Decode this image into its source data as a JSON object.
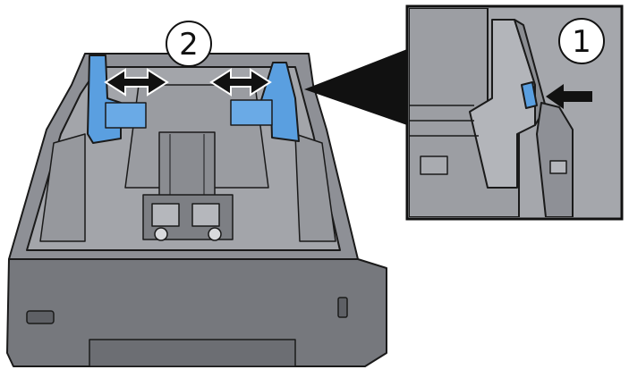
{
  "steps": [
    {
      "id": "1",
      "label": "1"
    },
    {
      "id": "2",
      "label": "2"
    }
  ],
  "colors": {
    "tray_body": "#8e9096",
    "tray_light": "#a9abb0",
    "tray_dark": "#6c6e73",
    "tray_front": "#76787d",
    "guide_blue": "#5a9fe0",
    "guide_blue_dark": "#2f6fb7",
    "outline": "#1a1a1a",
    "arrow": "#111111",
    "inset_border": "#111111"
  },
  "icons": {
    "double_arrow_left": "double-arrow-icon",
    "double_arrow_right": "double-arrow-icon",
    "push_arrow": "arrow-left-icon"
  }
}
